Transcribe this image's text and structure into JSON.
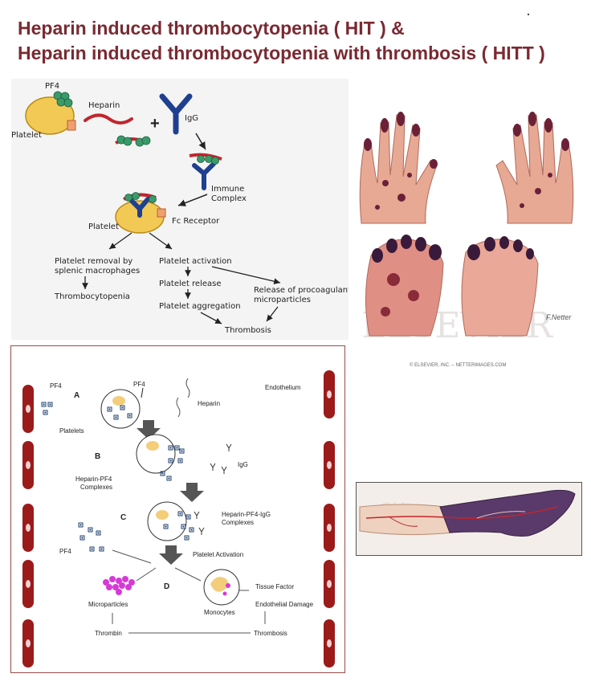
{
  "title": {
    "line1": "Heparin induced thrombocytopenia ( HIT ) &",
    "line2": "Heparin induced thrombocytopenia with thrombosis ( HITT )"
  },
  "colors": {
    "title": "#7a2a32",
    "vessel": "#9b1b1b",
    "platelet": "#f2c955",
    "igg": "#1f3f8f",
    "heparin": "#c0262e",
    "pf4": "#3a9a6a"
  },
  "top_left": {
    "pf4": "PF4",
    "heparin": "Heparin",
    "platelet_a": "Platelet",
    "igg": "IgG",
    "immune_complex": [
      "Immune",
      "Complex"
    ],
    "fc_receptor": "Fc Receptor",
    "platelet_b": "Platelet",
    "removal": [
      "Platelet removal by",
      "splenic macrophages"
    ],
    "thrombocytopenia": "Thrombocytopenia",
    "activation": "Platelet activation",
    "release": "Platelet release",
    "aggregation": "Platelet aggregation",
    "procoagulant": [
      "Release of procoagulant",
      "microparticles"
    ],
    "thrombosis": "Thrombosis"
  },
  "top_right": {
    "watermark": "ELSEVIER",
    "signature": "F.Netter",
    "credit": "© ELSEVIER, INC. – NETTERIMAGES.COM"
  },
  "bottom_left": {
    "pf4_top": "PF4",
    "pf4_mid": "PF4",
    "endothelium": "Endothelium",
    "heparin": "Heparin",
    "platelets": "Platelets",
    "step_a": "A",
    "step_b": "B",
    "step_c": "C",
    "step_d": "D",
    "igg": "IgG",
    "heparin_pf4": [
      "Heparin-PF4",
      "Complexes"
    ],
    "heparin_pf4_igg": [
      "Heparin-PF4-IgG",
      "Complexes"
    ],
    "pf4_left": "PF4",
    "platelet_activation": "Platelet Activation",
    "microparticles": "Microparticles",
    "monocytes": "Monocytes",
    "tissue_factor": "Tissue Factor",
    "endothelial_damage": "Endothelial Damage",
    "thrombin": "Thrombin",
    "thrombosis": "Thrombosis"
  },
  "bottom_right": {
    "watermark": "SU"
  }
}
